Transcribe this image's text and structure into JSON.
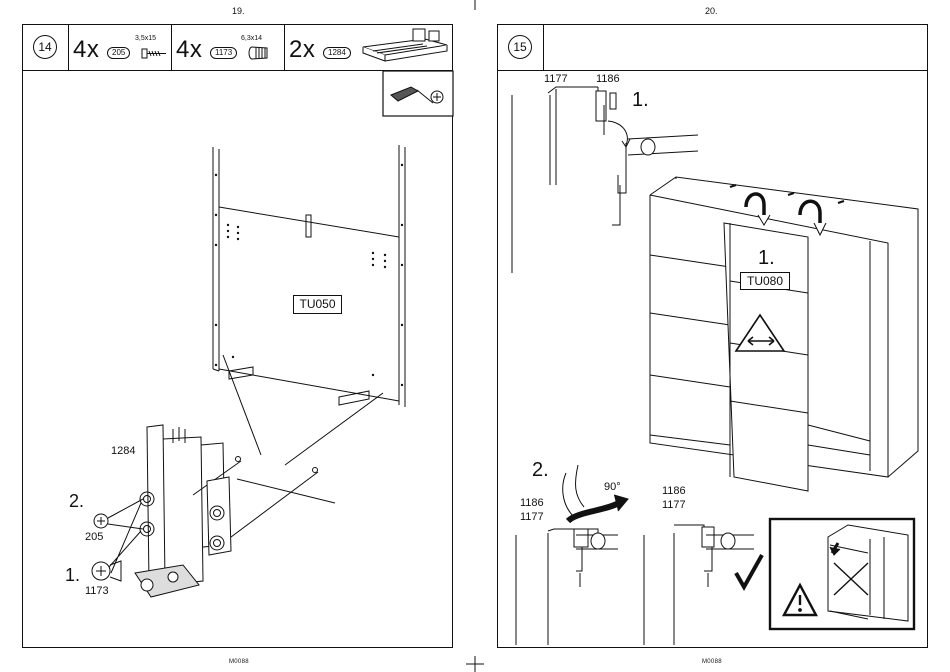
{
  "page_left": {
    "page_number": "19.",
    "step": "14",
    "parts": [
      {
        "qty": "4x",
        "code": "205",
        "size": "3,5x15",
        "icon": "screw-icon"
      },
      {
        "qty": "4x",
        "code": "1173",
        "size": "6,3x14",
        "icon": "dowel-screw-icon"
      },
      {
        "qty": "2x",
        "code": "1284",
        "size": "",
        "icon": "rail-guide-icon"
      }
    ],
    "tool_icon": "screwdriver-icon",
    "panel_label": "TU050",
    "callouts": {
      "part_1284": "1284",
      "step_2": "2.",
      "part_205": "205",
      "step_1": "1.",
      "part_1173": "1173"
    },
    "footer": "M0088"
  },
  "page_right": {
    "page_number": "20.",
    "step": "15",
    "callouts": {
      "top_1177": "1177",
      "top_1186": "1186",
      "top_step_1": "1.",
      "door_step_1": "1.",
      "door_label": "TU080",
      "bottom_step_2": "2.",
      "angle": "90°",
      "bl_1186": "1186",
      "bl_1177": "1177",
      "bm_1186": "1186",
      "bm_1177": "1177"
    },
    "icons": [
      "arrow-warning-icon",
      "exclamation-warning-icon",
      "checkmark-icon",
      "cross-icon"
    ],
    "footer": "M0088"
  }
}
